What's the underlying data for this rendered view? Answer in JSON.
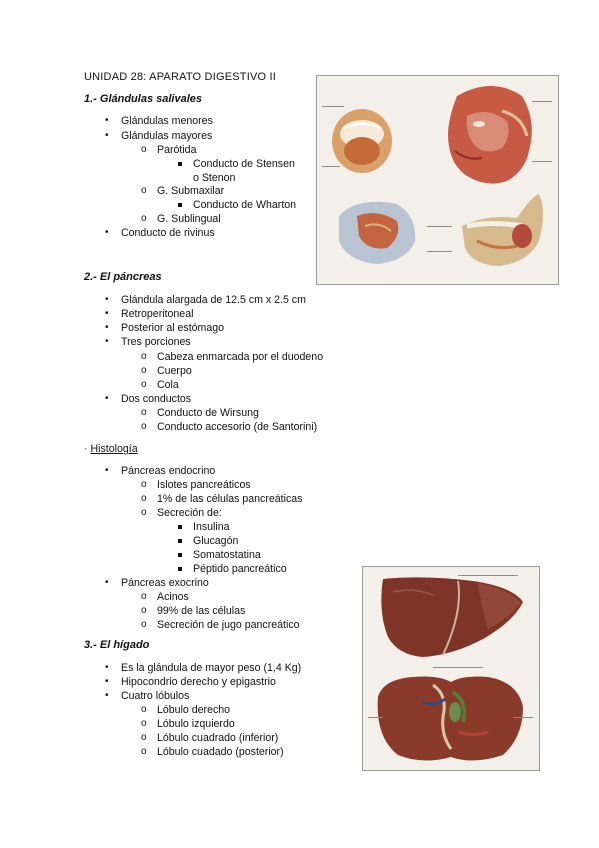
{
  "title": "UNIDAD 28: APARATO DIGESTIVO II",
  "section1": {
    "heading": "1.- Glándulas salivales",
    "items": [
      "Glándulas menores",
      "Glándulas mayores",
      "Parótida",
      "Conducto de Stensen",
      "o Stenon",
      "G. Submaxilar",
      "Conducto de Wharton",
      "G. Sublingual",
      "Conducto de rivinus"
    ]
  },
  "section2": {
    "heading": "2.- El páncreas",
    "items": [
      "Glándula alargada de 12.5 cm x 2.5 cm",
      "Retroperitoneal",
      "Posterior al estómago",
      "Tres porciones",
      "Cabeza enmarcada por el duodeno",
      "Cuerpo",
      "Cola",
      "Dos conductos",
      "Conducto de Wirsung",
      "Conducto accesorio (de Santorini)"
    ]
  },
  "histologia": {
    "prefix": "· ",
    "heading": "Histología",
    "items": [
      "Páncreas endocrino",
      "Islotes pancreáticos",
      "1% de las células pancreáticas",
      "Secreción de:",
      "Insulina",
      "Glucagón",
      "Somatostatina",
      "Péptido pancreático",
      "Páncreas exocrino",
      "Acinos",
      "99% de las células",
      "Secreción de jugo pancreático"
    ]
  },
  "section3": {
    "heading": "3.- El hígado",
    "items": [
      "Es la glándula de mayor peso (1,4 Kg)",
      "Hipocondrio derecho y epigastrio",
      "Cuatro lóbulos",
      "Lóbulo derecho",
      "Lóbulo izquierdo",
      "Lóbulo cuadrado (inferior)",
      "Lóbulo cuadado (posterior)"
    ]
  },
  "symbols": {
    "bullet": "•",
    "circle": "o"
  },
  "colors": {
    "text": "#111111",
    "muscle": "#b5503c",
    "liver": "#8a3a2a",
    "frame": "#9a9a9a"
  }
}
